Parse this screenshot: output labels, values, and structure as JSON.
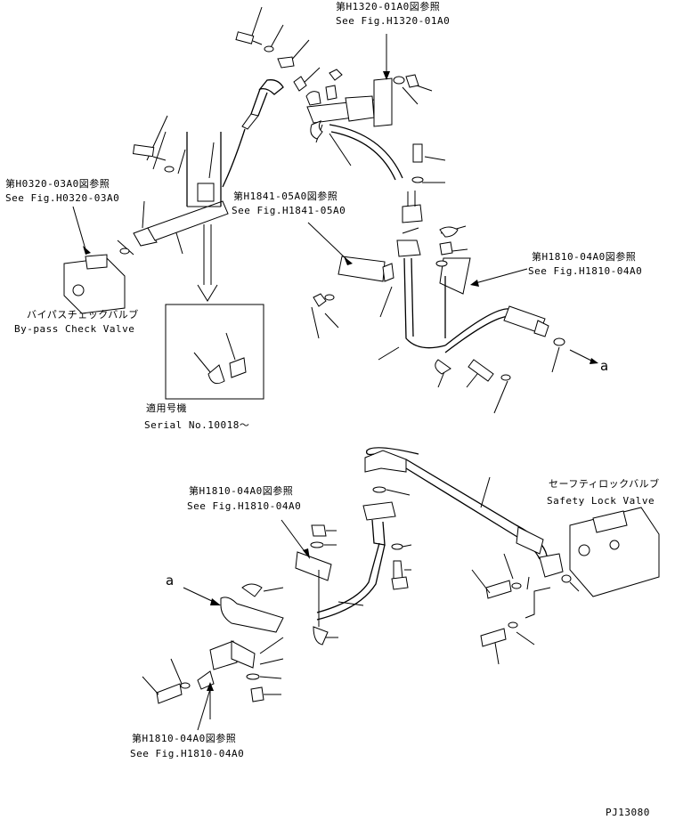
{
  "references": {
    "h1320": {
      "jp": "第H1320-01A0図参照",
      "en": "See Fig.H1320-01A0"
    },
    "h0320": {
      "jp": "第H0320-03A0図参照",
      "en": "See Fig.H0320-03A0"
    },
    "h1841": {
      "jp": "第H1841-05A0図参照",
      "en": "See Fig.H1841-05A0"
    },
    "h1810_top": {
      "jp": "第H1810-04A0図参照",
      "en": "See Fig.H1810-04A0"
    },
    "h1810_mid": {
      "jp": "第H1810-04A0図参照",
      "en": "See Fig.H1810-04A0"
    },
    "h1810_bot": {
      "jp": "第H1810-04A0図参照",
      "en": "See Fig.H1810-04A0"
    }
  },
  "valves": {
    "bypass": {
      "jp": "バイパスチェックバルブ",
      "en": "By-pass Check Valve"
    },
    "safety": {
      "jp": "セーフティロックバルブ",
      "en": "Safety Lock Valve"
    }
  },
  "applicable": {
    "jp": "適用号機",
    "en": "Serial No.10018～"
  },
  "connection_marker": "a",
  "drawing_code": "PJ13080"
}
